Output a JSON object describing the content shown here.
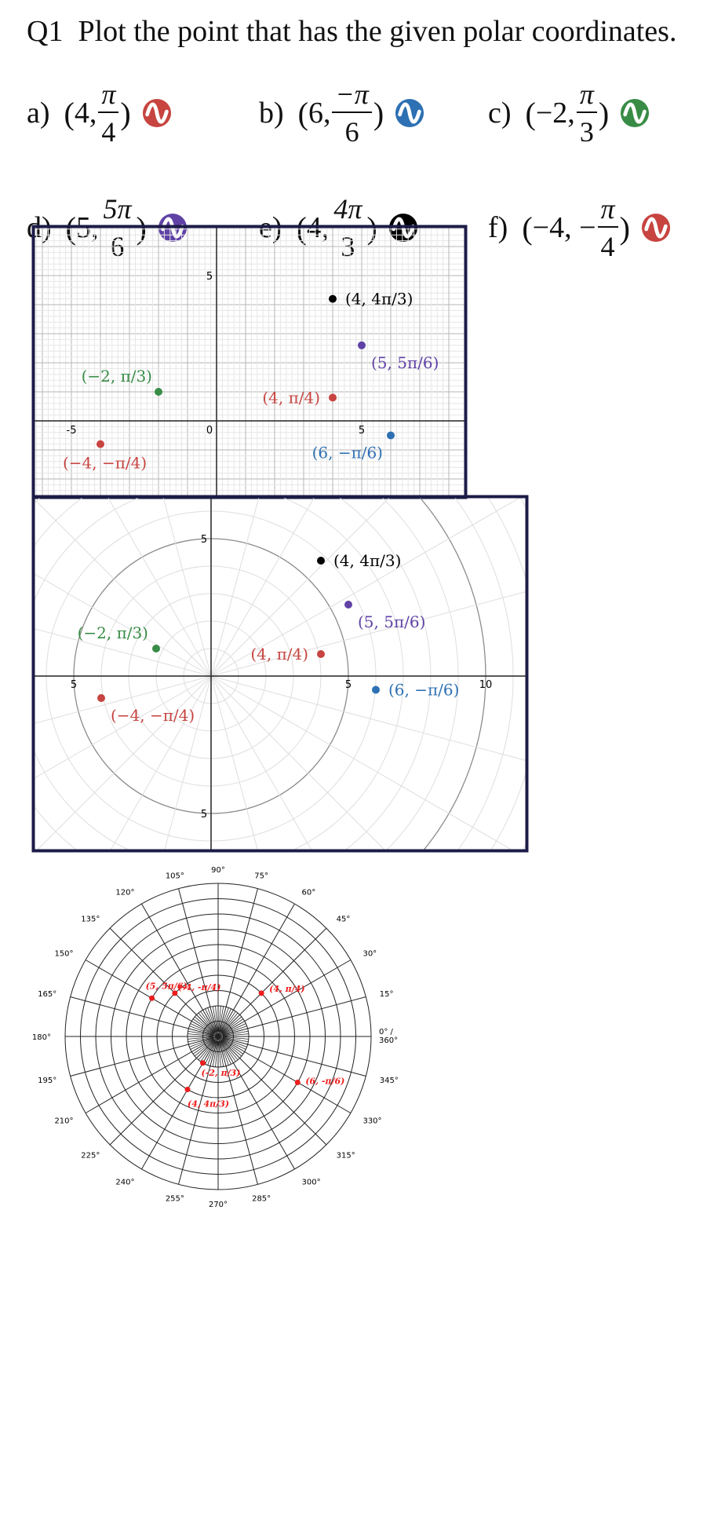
{
  "question": {
    "number": "Q1",
    "text": "Plot the point that has the given polar coordinates."
  },
  "problems": [
    {
      "label": "a)",
      "r": "4,",
      "num": "π",
      "den": "4",
      "icon_color": "#c74440"
    },
    {
      "label": "b)",
      "r": "6,",
      "num": "−π",
      "den": "6",
      "icon_color": "#2d70b3"
    },
    {
      "label": "c)",
      "r": "−2,",
      "num": "π",
      "den": "3",
      "icon_color": "#388c46"
    },
    {
      "label": "d)",
      "r": "5,",
      "num": "5π",
      "den": "6",
      "icon_color": "#6042a6"
    },
    {
      "label": "e)",
      "r": "4,",
      "num": "4π",
      "den": "3",
      "icon_color": "#000000"
    },
    {
      "label": "f)",
      "r": "−4, −",
      "num": "π",
      "den": "4",
      "icon_color": "#c74440"
    }
  ],
  "cartesian_graph": {
    "x_ticks": [
      "-5",
      "0",
      "5"
    ],
    "y_ticks": [
      "5"
    ],
    "points": [
      {
        "label": "(4, 4π/3)",
        "x": 4,
        "y": 4.2,
        "color": "#000000"
      },
      {
        "label": "(5, 5π/6)",
        "x": 5,
        "y": 2.6,
        "color": "#6042a6"
      },
      {
        "label": "(−2, π/3)",
        "x": -2,
        "y": 1.0,
        "color": "#388c46"
      },
      {
        "label": "(4, π/4)",
        "x": 4,
        "y": 0.8,
        "color": "#c74440"
      },
      {
        "label": "(−4, −π/4)",
        "x": -4,
        "y": -0.8,
        "color": "#c74440"
      },
      {
        "label": "(6, −π/6)",
        "x": 6,
        "y": -0.5,
        "color": "#2d70b3"
      }
    ]
  },
  "polar_graph": {
    "x_ticks": [
      "5",
      "5",
      "10"
    ],
    "y_ticks": [
      "5",
      "5"
    ],
    "points": [
      {
        "label": "(4, 4π/3)",
        "x": 4,
        "y": 4.2,
        "color": "#000000"
      },
      {
        "label": "(5, 5π/6)",
        "x": 5,
        "y": 2.6,
        "color": "#6042a6"
      },
      {
        "label": "(−2, π/3)",
        "x": -2,
        "y": 1.0,
        "color": "#388c46"
      },
      {
        "label": "(4, π/4)",
        "x": 4,
        "y": 0.8,
        "color": "#c74440"
      },
      {
        "label": "(−4, −π/4)",
        "x": -4,
        "y": -0.8,
        "color": "#c74440"
      },
      {
        "label": "(6, −π/6)",
        "x": 6,
        "y": -0.5,
        "color": "#2d70b3"
      }
    ]
  },
  "polar_paper": {
    "angle_labels": [
      "0° / 360°",
      "15°",
      "30°",
      "45°",
      "60°",
      "75°",
      "90°",
      "105°",
      "120°",
      "135°",
      "150°",
      "165°",
      "180°",
      "195°",
      "210°",
      "225°",
      "240°",
      "255°",
      "270°",
      "285°",
      "300°",
      "315°",
      "330°",
      "345°"
    ],
    "handwritten_points": [
      {
        "label": "(5, 5π/6)",
        "r": 5,
        "theta_deg": 150
      },
      {
        "label": "(-4, -π/4)",
        "r": 4,
        "theta_deg": 135
      },
      {
        "label": "(4, π/4)",
        "r": 4,
        "theta_deg": 45
      },
      {
        "label": "(-2, π/3)",
        "r": 2,
        "theta_deg": 240
      },
      {
        "label": "(4, 4π/3)",
        "r": 4,
        "theta_deg": 240
      },
      {
        "label": "(6, -π/6)",
        "r": 6,
        "theta_deg": 330
      }
    ],
    "ink_color": "#ee1c1c"
  }
}
